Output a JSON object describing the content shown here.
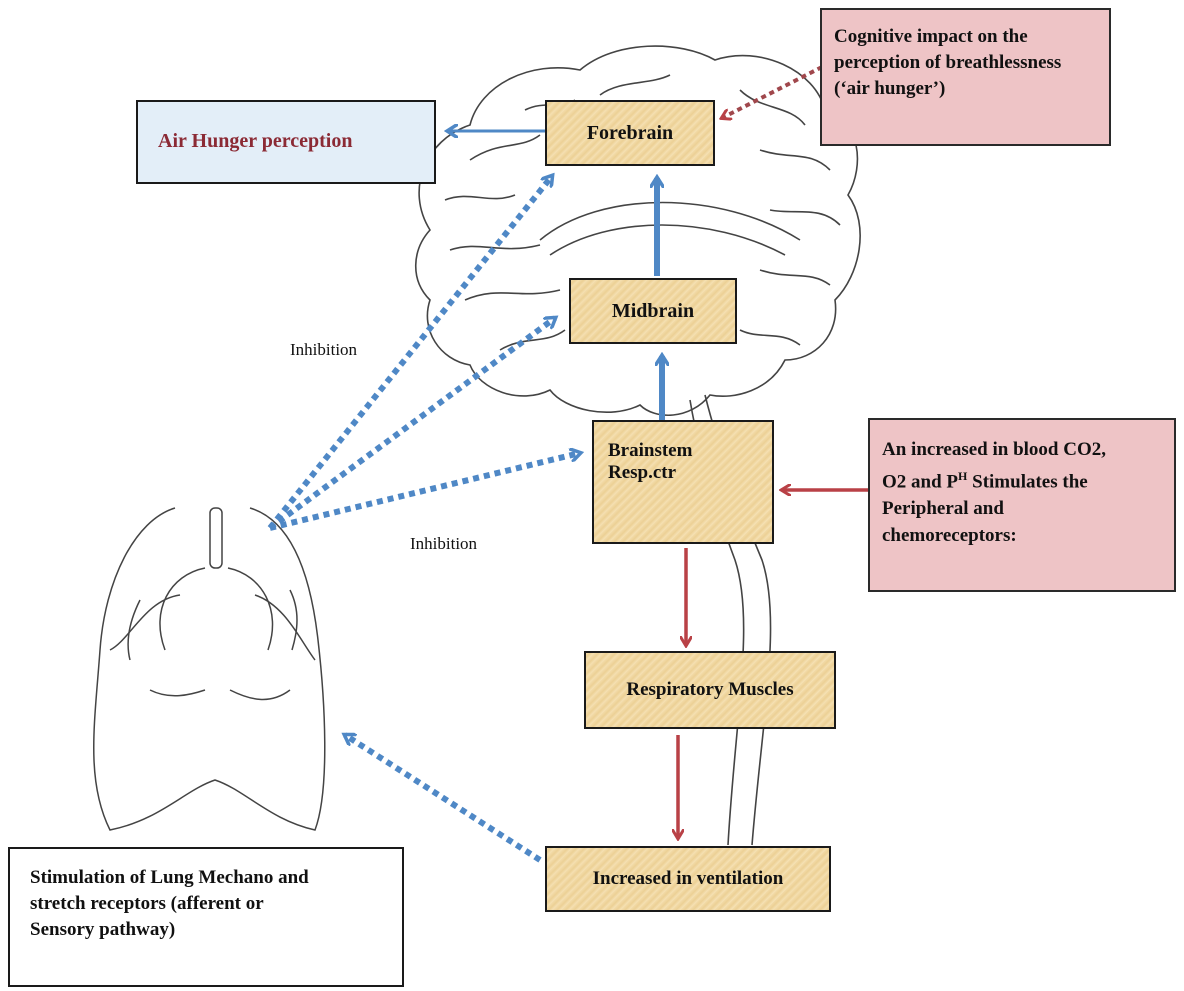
{
  "colors": {
    "blue_arrow": "#4f88c6",
    "red_arrow": "#b94146",
    "dotted_red": "#a0474c",
    "tan_box": "#f1d8a4",
    "pink_box": "#eec4c6",
    "blue_box": "#e3eef8",
    "air_hunger_text": "#8b2a35"
  },
  "icons": [
    "brain-outline-icon",
    "lungs-outline-icon",
    "spinal-cord-icon"
  ],
  "nodes": {
    "forebrain": "Forebrain",
    "midbrain": "Midbrain",
    "brainstem": "Brainstem\nResp.ctr",
    "respiratory_muscles": "Respiratory Muscles",
    "increased_ventilation": "Increased in ventilation",
    "air_hunger": "Air Hunger perception",
    "cognitive": "Cognitive impact on the\nperception of breathlessness\n(‘air hunger’)",
    "stimulation": "Stimulation of Lung Mechano and\nstretch receptors (afferent or\nSensory pathway)"
  },
  "chemo": {
    "line1": "An increased in blood CO2,",
    "line2_prefix": "O2 and P",
    "line2_sup": "H",
    "line2_suffix": " Stimulates the",
    "line3": "Peripheral and",
    "line4": "chemoreceptors:"
  },
  "labels": {
    "inhibition_top": "Inhibition",
    "inhibition_bottom": "Inhibition"
  }
}
